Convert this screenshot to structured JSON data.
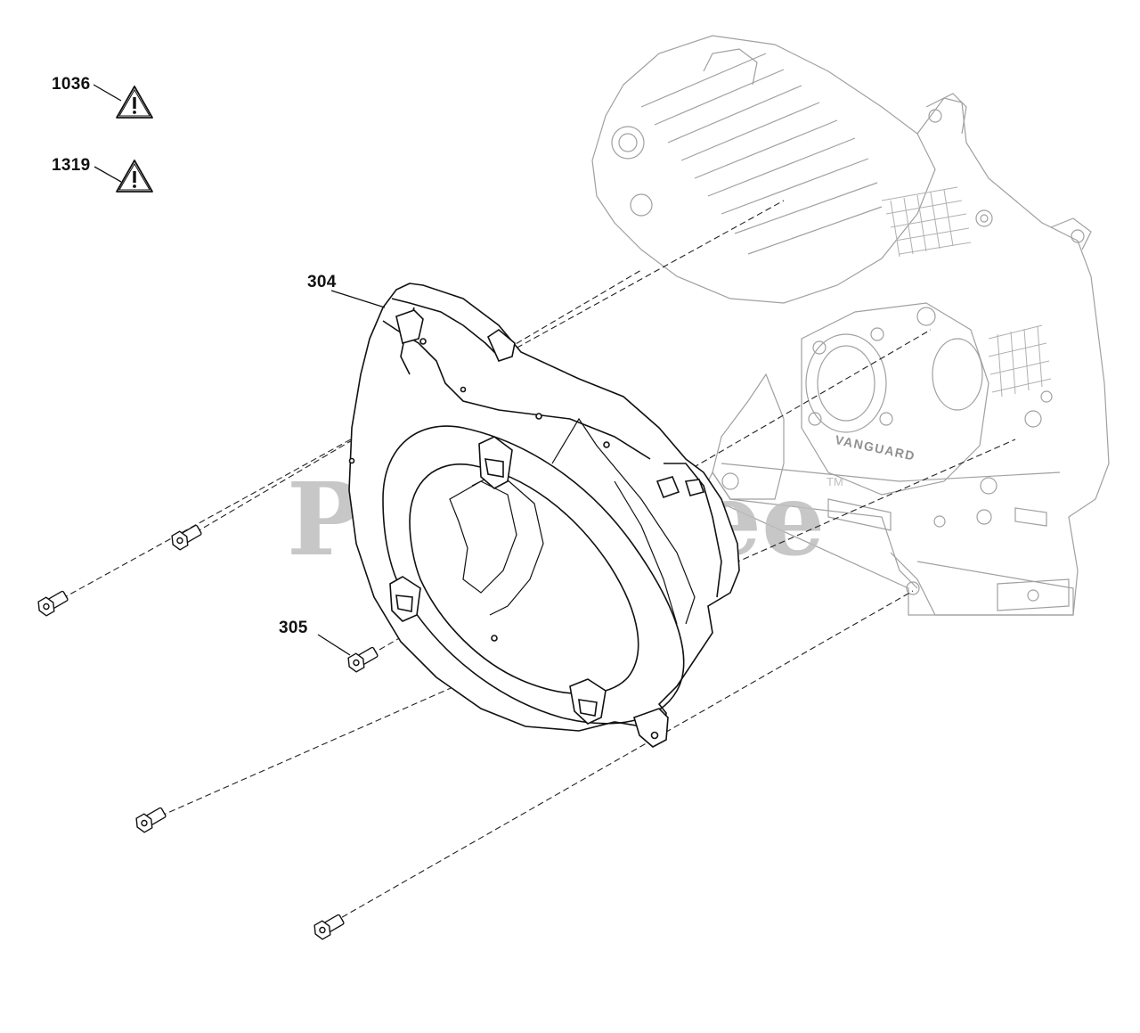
{
  "callouts": {
    "c1036": "1036",
    "c1319": "1319",
    "c304": "304",
    "c305": "305"
  },
  "watermark": {
    "text": "PartsTree",
    "tm": "TM",
    "color": "#bdbdbd"
  },
  "engine": {
    "brand": "VANGUARD"
  },
  "colors": {
    "line": "#111111",
    "ghost": "#9a9a9a",
    "warning_fill": "#ffffff"
  },
  "icons": [
    "warning-triangle-icon",
    "screw-icon"
  ]
}
